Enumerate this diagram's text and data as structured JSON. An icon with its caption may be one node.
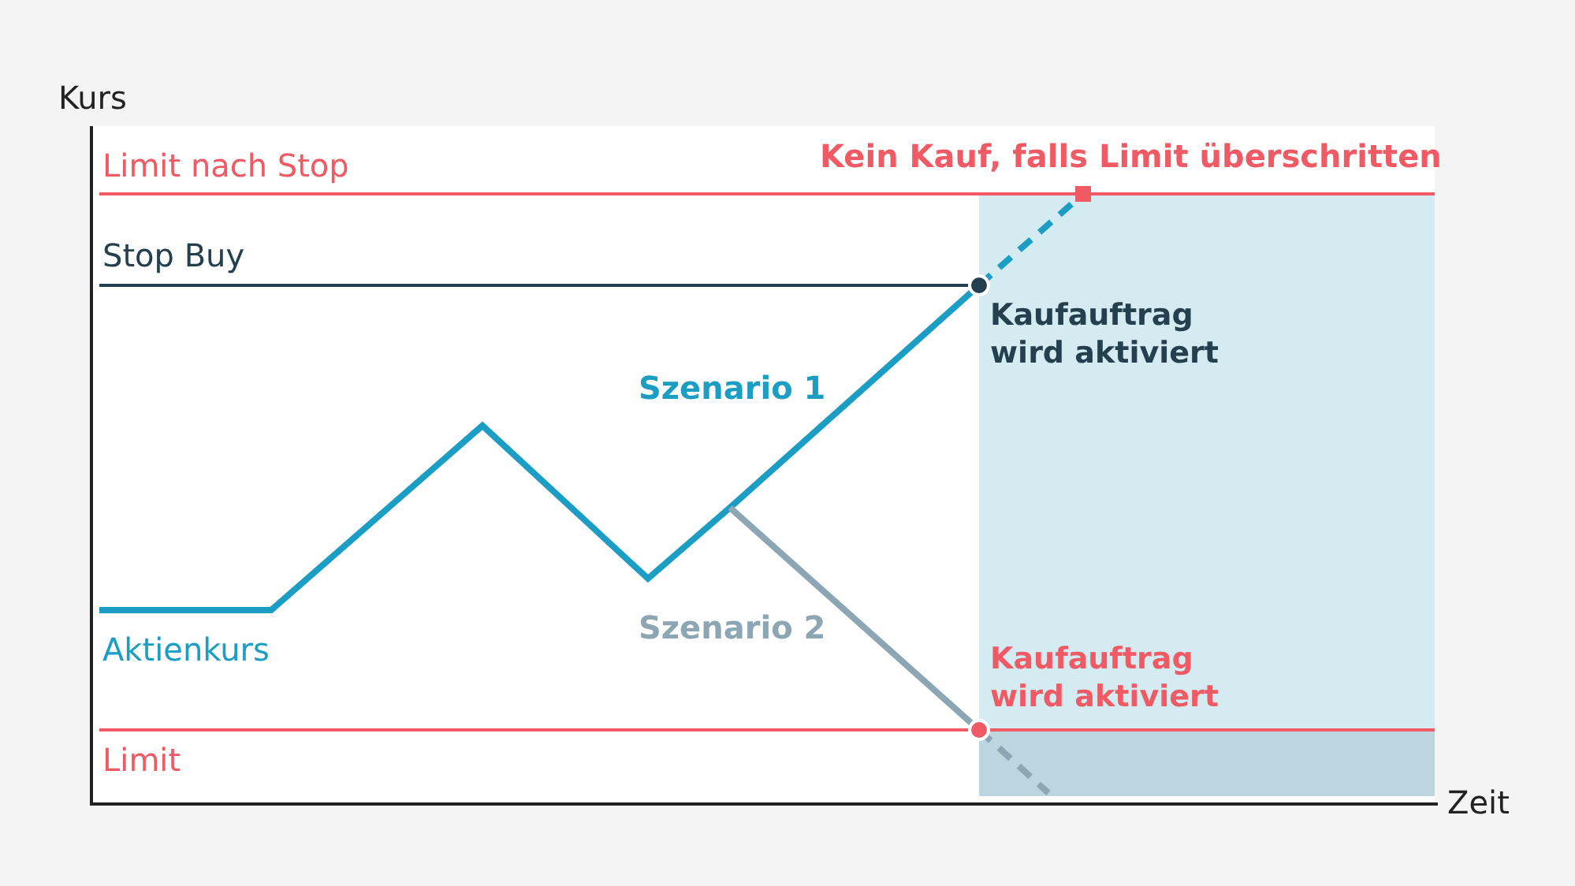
{
  "diagram": {
    "labels": [
      "Kurs",
      "Limit nach Stop",
      "Kein Kauf, falls Limit überschritten",
      "Stop Buy",
      "Kaufauftrag wird aktiviert",
      "Szenario 1",
      "Aktienkurs",
      "Szenario 2",
      "Kaufauftrag wird aktiviert",
      "Limit",
      "Zeit"
    ]
  }
}
